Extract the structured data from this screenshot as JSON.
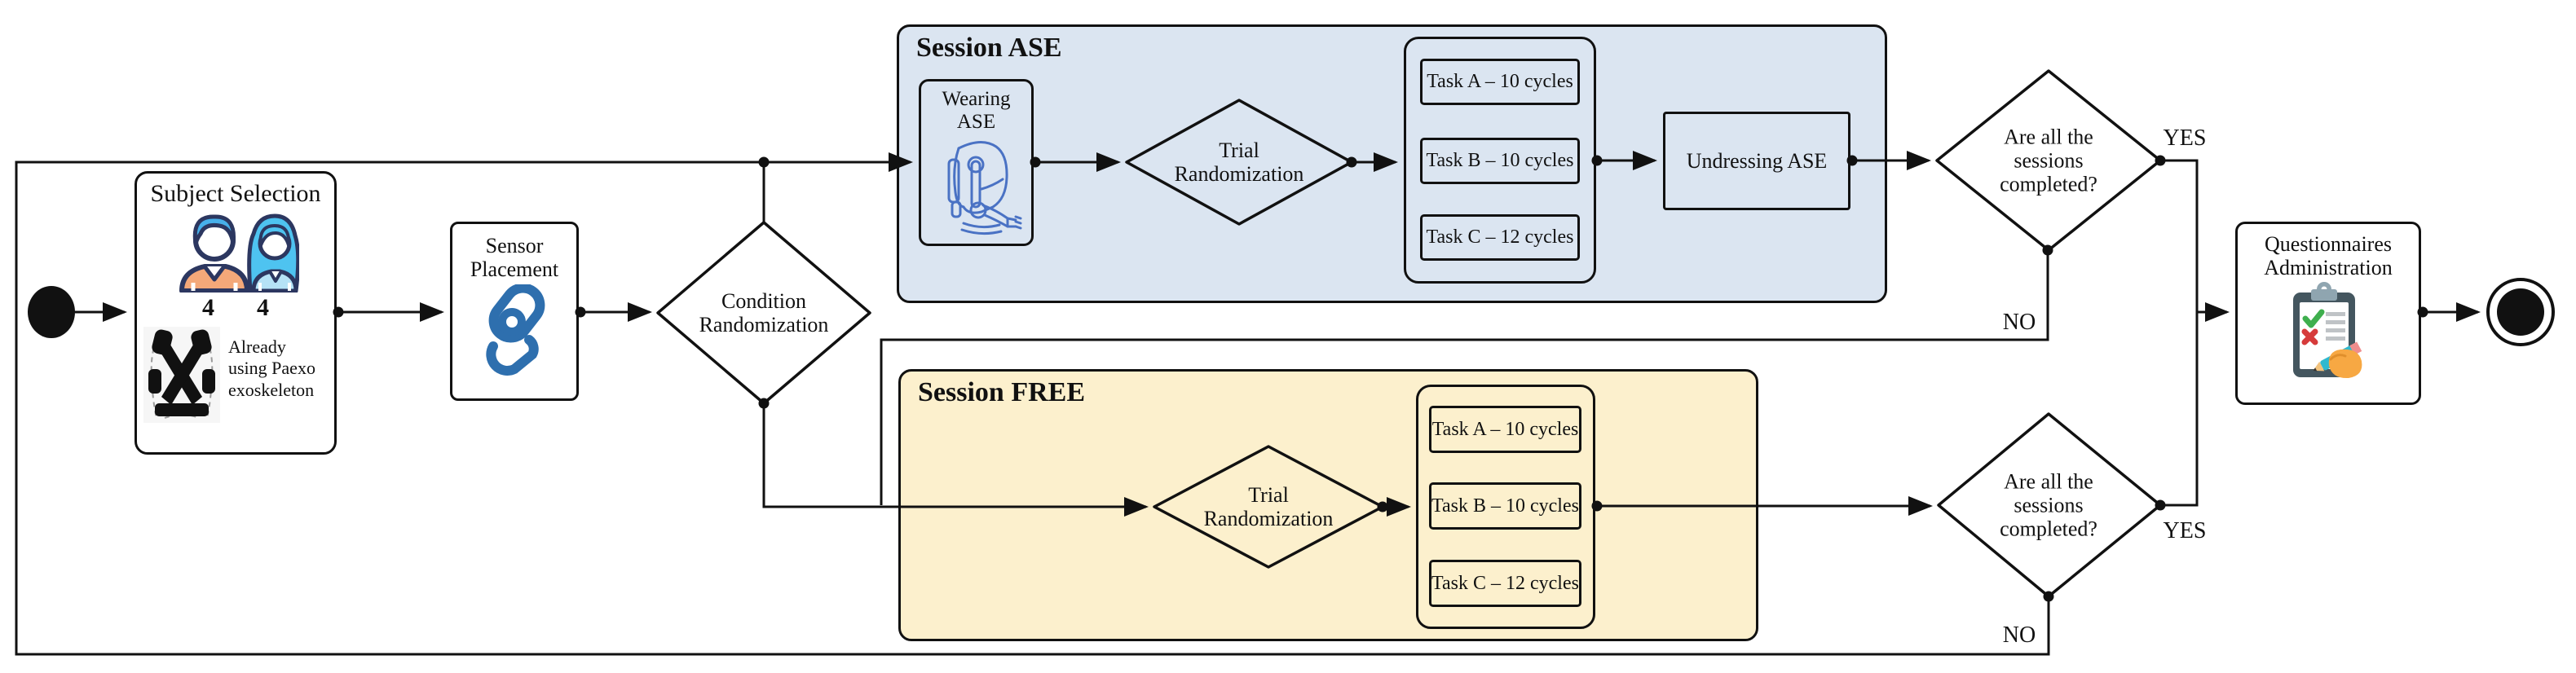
{
  "colors": {
    "line": "#111111",
    "session_ase_fill": "#dbe5f1",
    "session_free_fill": "#fcf0cd",
    "node_fill": "#ffffff",
    "sensor_icon_blue": "#2e6fae",
    "exo_icon_blue": "#4a72c4"
  },
  "subject_selection": {
    "title": "Subject Selection",
    "male_count": "4",
    "female_count": "4",
    "note": "Already using Paexo exoskeleton"
  },
  "sensor_placement": {
    "title": "Sensor Placement"
  },
  "condition_randomization": {
    "label": "Condition Randomization"
  },
  "session_ase": {
    "title": "Session ASE",
    "wearing_label": "Wearing ASE",
    "trial_label": "Trial Randomization",
    "tasks": [
      "Task A – 10 cycles",
      "Task B – 10 cycles",
      "Task C – 12 cycles"
    ],
    "undressing_label": "Undressing ASE"
  },
  "decision_ase": {
    "question": "Are all the sessions completed?",
    "yes": "YES",
    "no": "NO"
  },
  "session_free": {
    "title": "Session FREE",
    "trial_label": "Trial Randomization",
    "tasks": [
      "Task A – 10 cycles",
      "Task B – 10 cycles",
      "Task C – 12 cycles"
    ]
  },
  "decision_free": {
    "question": "Are all the sessions completed?",
    "yes": "YES",
    "no": "NO"
  },
  "questionnaires": {
    "title": "Questionnaires Administration"
  },
  "icons": {
    "subjects": "male-female-subjects-icon",
    "exoskeleton_photo": "paexo-exoskeleton-photo",
    "sensor": "sensor-icon",
    "wearing": "exoskeleton-arm-icon",
    "questionnaire": "clipboard-checklist-icon"
  }
}
